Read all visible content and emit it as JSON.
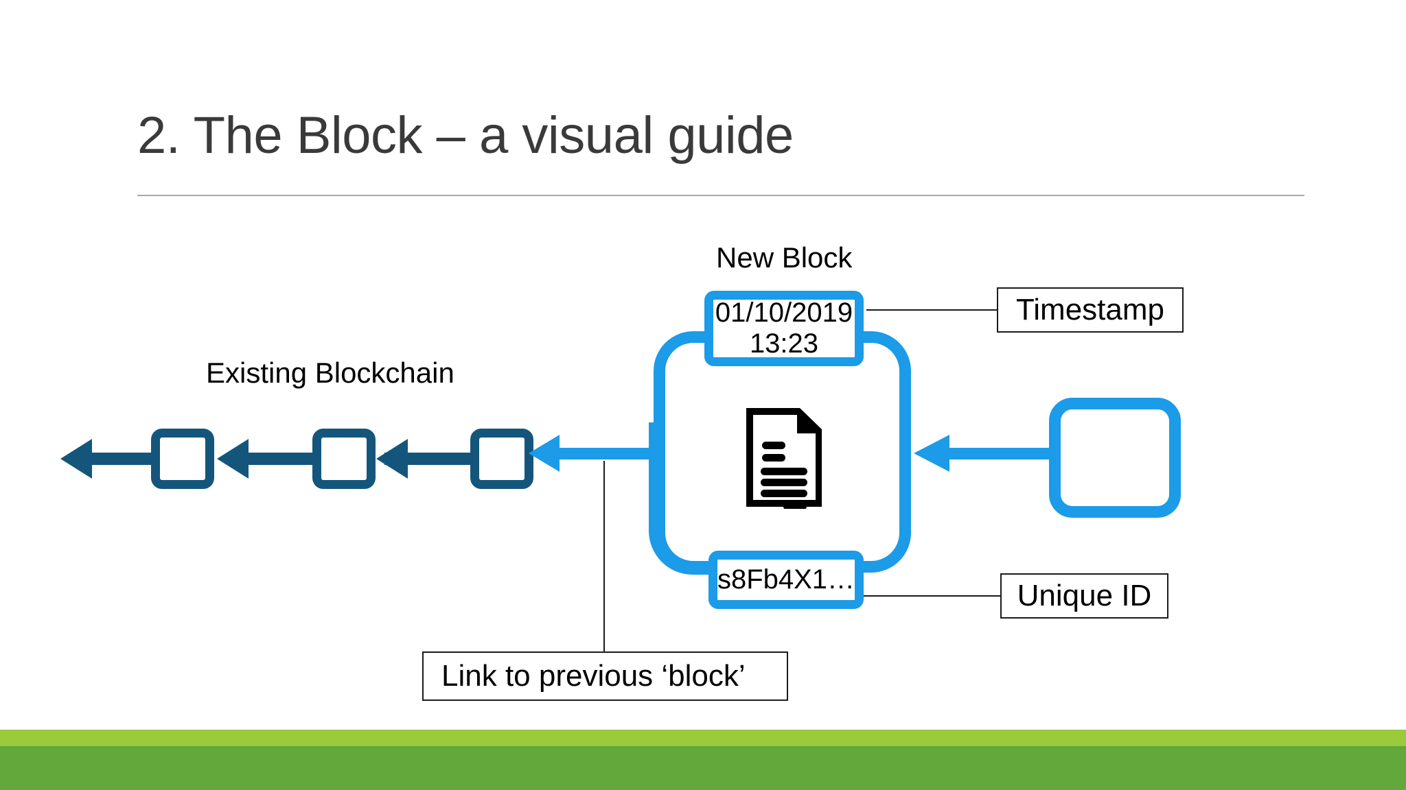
{
  "slide": {
    "title": "2. The Block – a visual guide",
    "background_color": "#FFFFFF"
  },
  "theme": {
    "title_color": "#3A3A3A",
    "rule_color": "#A6A6A6",
    "chain_color": "#14567B",
    "new_block_color": "#1B9BE8",
    "footer_light_green": "#9BCA3B",
    "footer_dark_green": "#63A83A",
    "callout_border": "#1A1A1A"
  },
  "diagram": {
    "existing_chain": {
      "label": "Existing Blockchain",
      "block_count": 3,
      "blocks": [
        "",
        "",
        ""
      ],
      "arrow_direction": "left"
    },
    "new_block": {
      "label": "New Block",
      "timestamp": {
        "date": "01/10/2019",
        "time": "13:23"
      },
      "hash": "s8Fb4X1…",
      "content_icon": "document-icon"
    },
    "next_block": {
      "label": "",
      "arrow_direction": "left"
    },
    "callouts": [
      {
        "id": "timestamp",
        "label": "Timestamp"
      },
      {
        "id": "unique-id",
        "label": "Unique ID"
      },
      {
        "id": "link-prev",
        "label": "Link to previous ‘block’"
      }
    ]
  }
}
